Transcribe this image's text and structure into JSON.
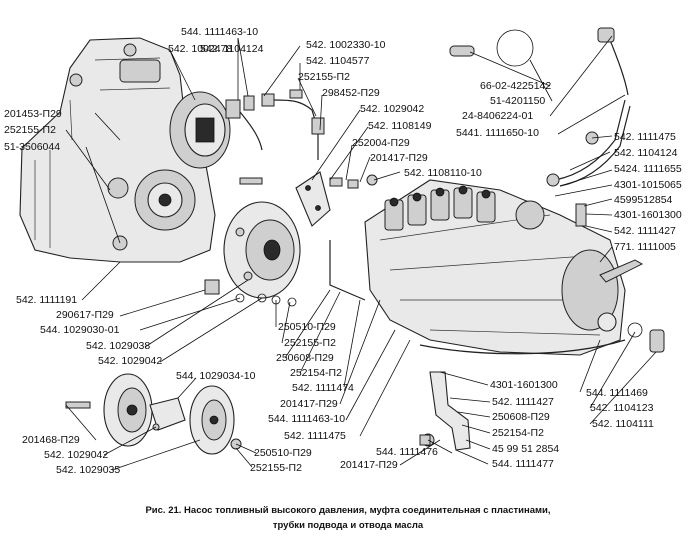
{
  "labels": [
    "544. 1111463-10",
    "542. 1104124",
    "542. 1002478",
    "542. 1002330-10",
    "542. 1104577",
    "252155-П2",
    "298452-П29",
    "542. 1029042",
    "542. 1108149",
    "252004-П29",
    "201417-П29",
    "542. 1108110-10",
    "201453-П29",
    "252155-П2",
    "51-3506044",
    "66-02-4225142",
    "51-4201150",
    "24-8406224-01",
    "5441. 1111650-10",
    "542. 1111475",
    "542. 1104124",
    "5424. 1111655",
    "4301-1015065",
    "4599512854",
    "4301-1601300",
    "542. 1111427",
    "771. 1111005",
    "542. 1111191",
    "290617-П29",
    "544. 1029030-01",
    "542. 1029038",
    "542. 1029042",
    "250510-П29",
    "252155-П2",
    "250608-П29",
    "252154-П2",
    "542. 1111474",
    "201417-П29",
    "544. 1111463-10",
    "542. 1111475",
    "544. 1029034-10",
    "201468-П29",
    "542. 1029042",
    "542. 1029035",
    "250510-П29",
    "252155-П2",
    "544. 1111476",
    "201417-П29",
    "4301-1601300",
    "542. 1111427",
    "250608-П29",
    "252154-П2",
    "45 99 51 2854",
    "544. 1111477",
    "544. 1111469",
    "542. 1104123",
    "542. 1104111"
  ],
  "caption": {
    "line1": "Рис. 21. Насос топливный высокого давления, муфта соединительная с пластинами,",
    "line2": "трубки подвода и отвода масла"
  }
}
